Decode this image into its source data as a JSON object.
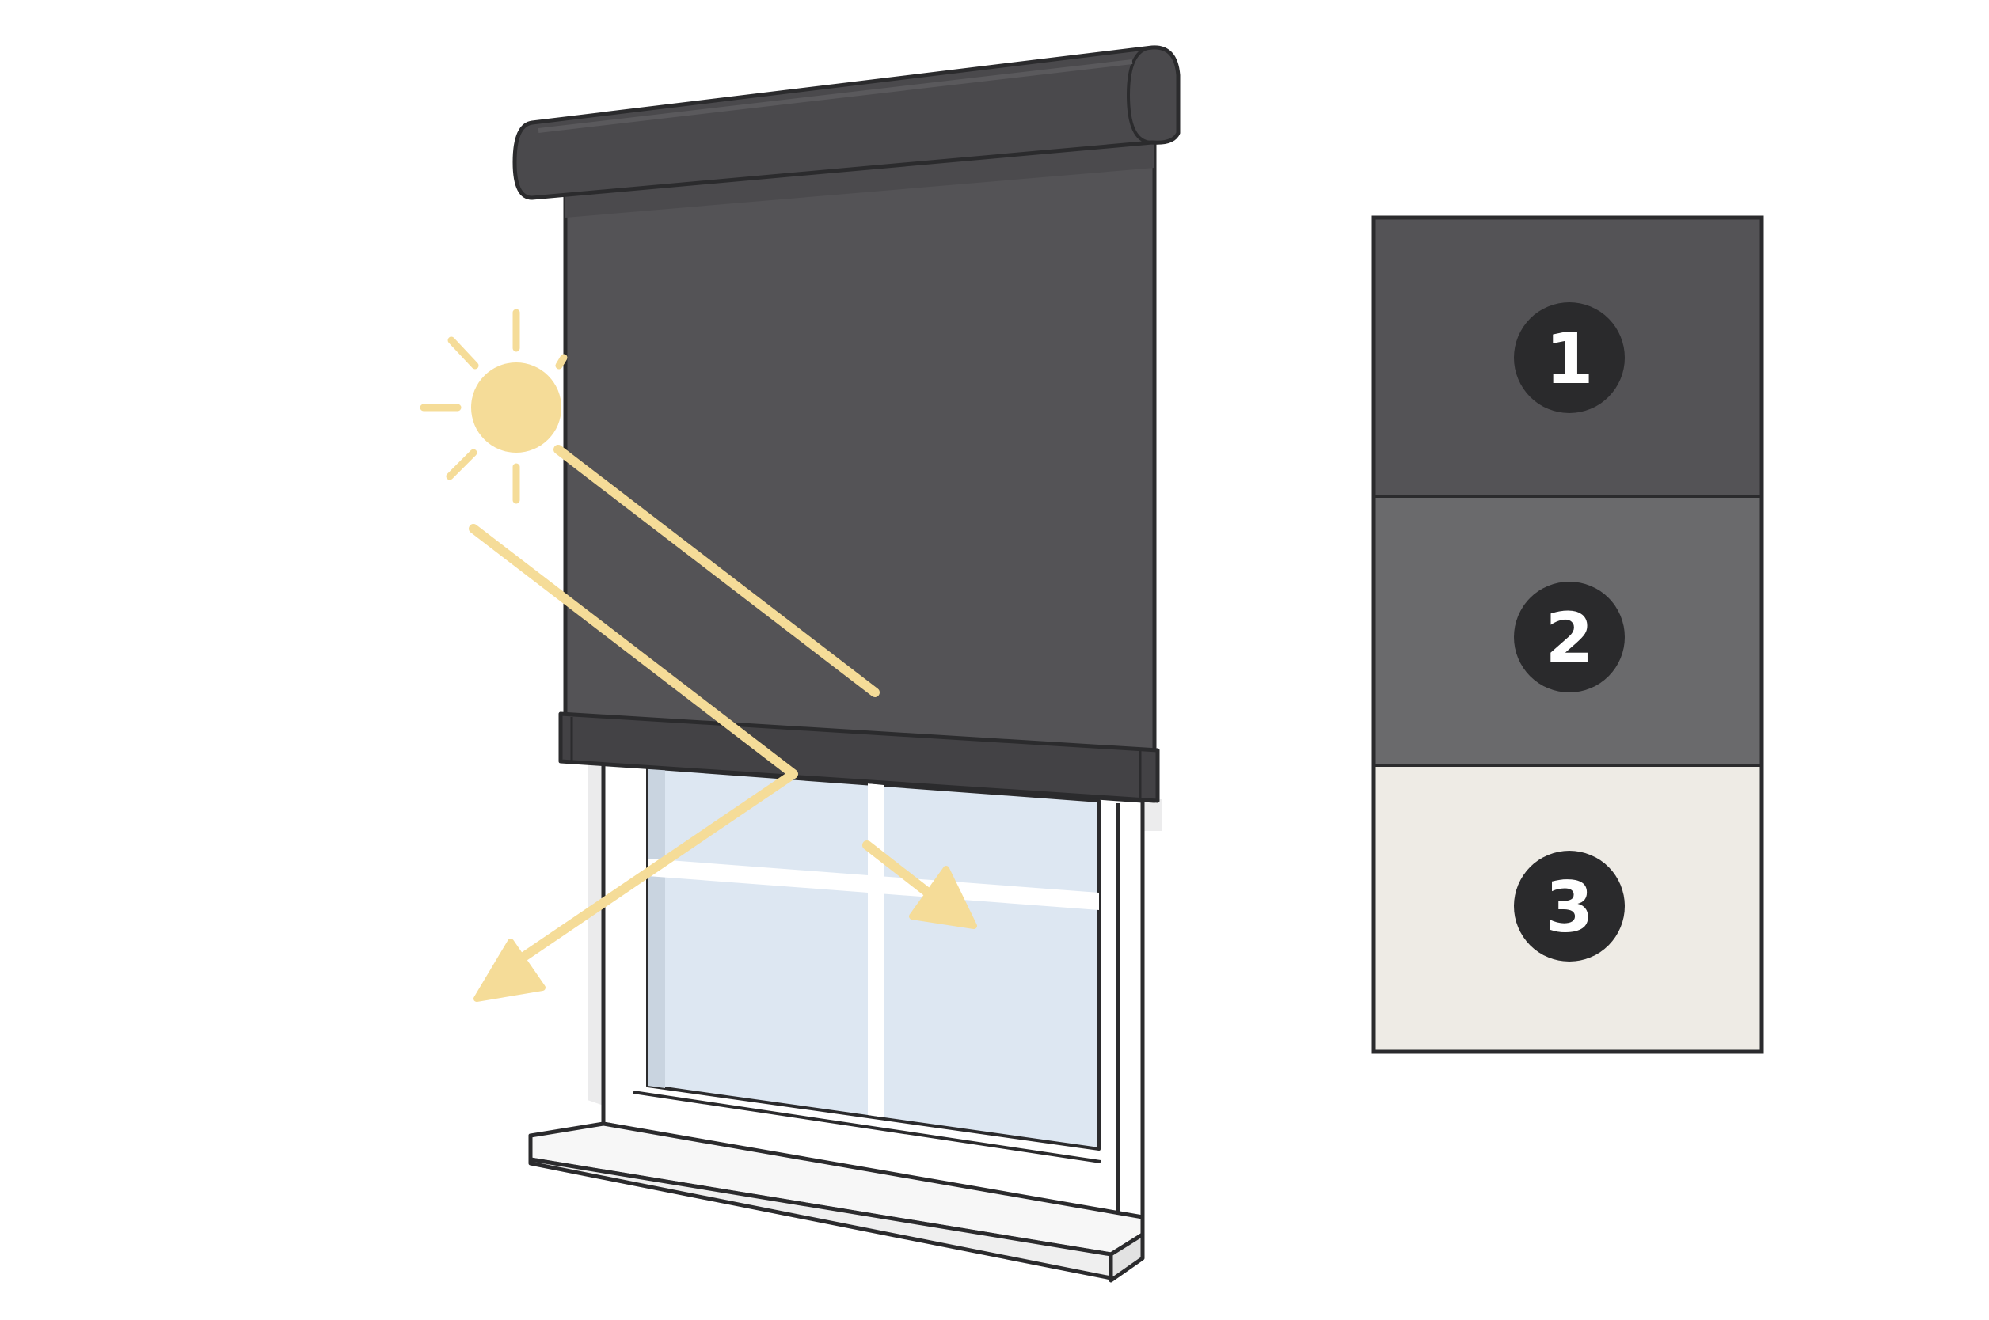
{
  "colors": {
    "background": "#ffffff",
    "outline": "#2b2b2d",
    "blind_fabric": "#545356",
    "roller_housing": "#4a494c",
    "bottom_rail": "#434245",
    "window_frame": "#ffffff",
    "window_glass": "#dde7f2",
    "window_sill": "#f7f7f7",
    "sun": "#f5dc98",
    "light_ray": "#f5dc98"
  },
  "icons": {
    "sun": "sun-icon",
    "reflected_ray": "arrow-icon",
    "transmitted_ray": "arrow-icon"
  },
  "legend": {
    "layers": [
      {
        "number": "1",
        "color": "#545356"
      },
      {
        "number": "2",
        "color": "#6a6a6c"
      },
      {
        "number": "3",
        "color": "#eeebe5"
      }
    ],
    "badge_color": "#2a2a2c"
  }
}
